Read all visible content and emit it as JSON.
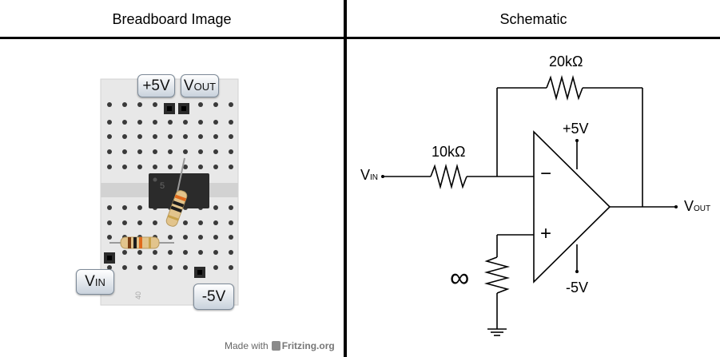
{
  "headers": {
    "left": "Breadboard Image",
    "right": "Schematic"
  },
  "breadboard": {
    "label_plus5v": "+5V",
    "label_vout_main": "V",
    "label_vout_sub": "OUT",
    "label_vin_main": "V",
    "label_vin_sub": "IN",
    "label_minus5v": "-5V",
    "ic_marking": "5",
    "row_number": "40",
    "credit_prefix": "Made with",
    "credit_brand": "Fritzing.org"
  },
  "schematic": {
    "r_feedback": "20kΩ",
    "r_input": "10kΩ",
    "vin_main": "V",
    "vin_sub": "IN",
    "vout_main": "V",
    "vout_sub": "OUT",
    "supply_pos": "+5V",
    "supply_neg": "-5V",
    "input_minus": "−",
    "input_plus": "+",
    "pot_value": "∞"
  },
  "colors": {
    "board": "#e8e8e8",
    "hole": "#3a3a3a",
    "ic": "#2b2b2b",
    "resistor_body": "#e2c48c",
    "stripe_orange": "#e06a1c",
    "stripe_black": "#1c1c1c",
    "stripe_brown": "#7a3b12",
    "stripe_gold": "#c8a24a"
  }
}
